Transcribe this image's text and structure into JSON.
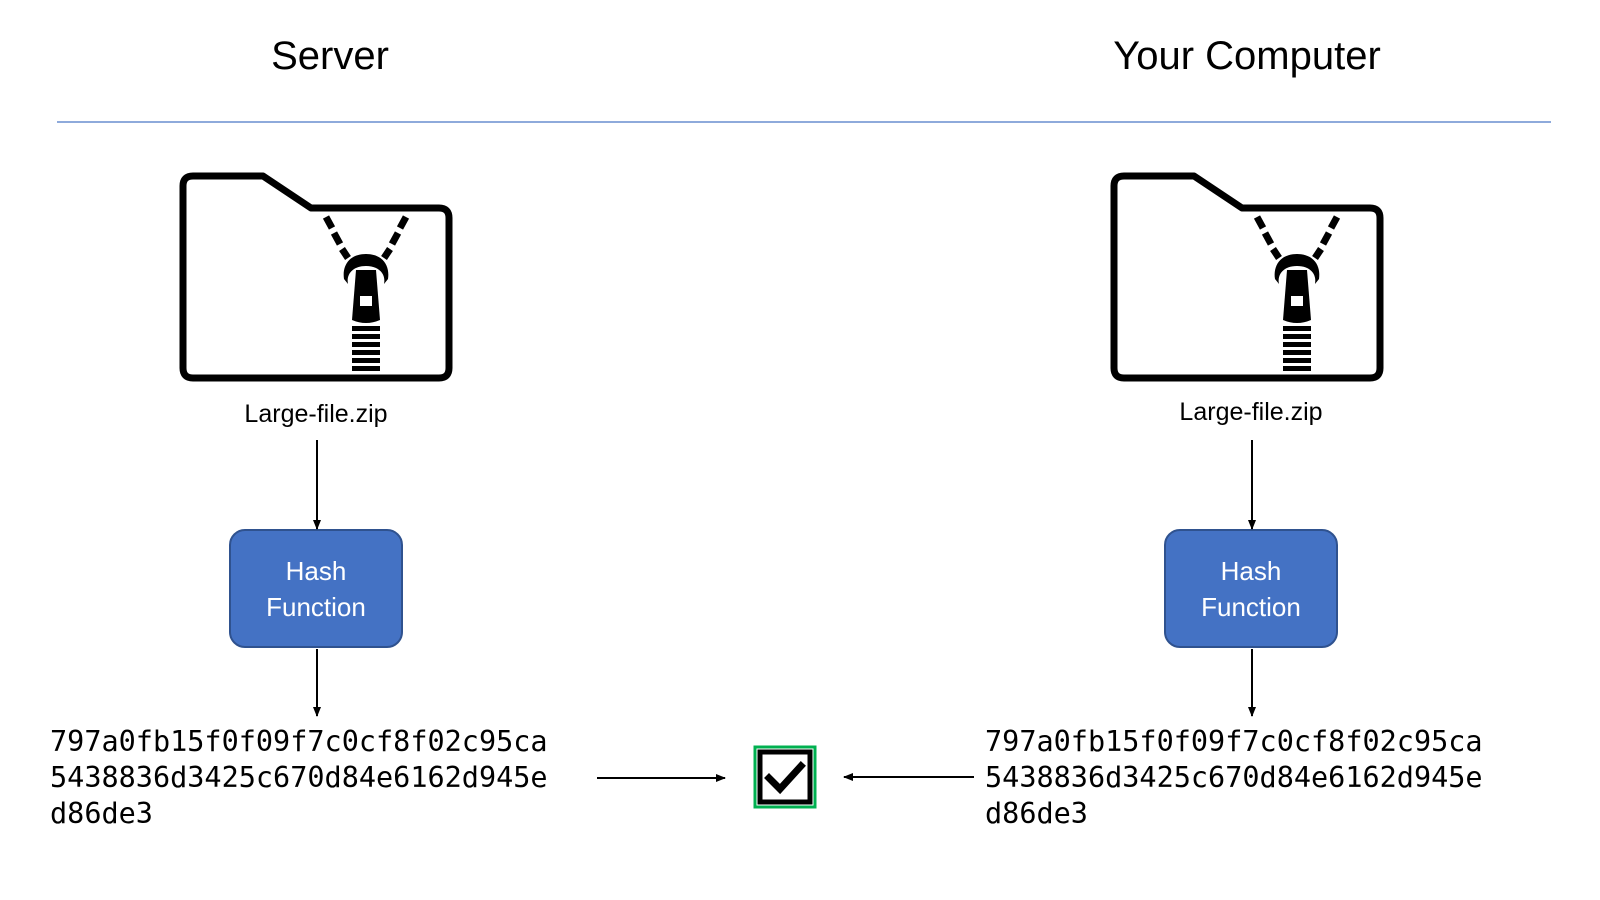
{
  "header": {
    "left_title": "Server",
    "right_title": "Your Computer"
  },
  "server": {
    "file_name": "Large-file.zip",
    "process_label_line1": "Hash",
    "process_label_line2": "Function",
    "hash_lines": [
      "797a0fb15f0f09f7c0cf8f02c95ca",
      "5438836d3425c670d84e6162d945e",
      "d86de3"
    ]
  },
  "client": {
    "file_name": "Large-file.zip",
    "process_label_line1": "Hash",
    "process_label_line2": "Function",
    "hash_lines": [
      "797a0fb15f0f09f7c0cf8f02c95ca",
      "5438836d3425c670d84e6162d945e",
      "d86de3"
    ]
  },
  "icons": {
    "file": "zip-folder-icon",
    "result": "checkmark-icon"
  },
  "colors": {
    "divider": "#8eaadb",
    "process_fill": "#4472c4",
    "process_border": "#2f528f",
    "check_border": "#00b050",
    "connector": "#000000"
  }
}
